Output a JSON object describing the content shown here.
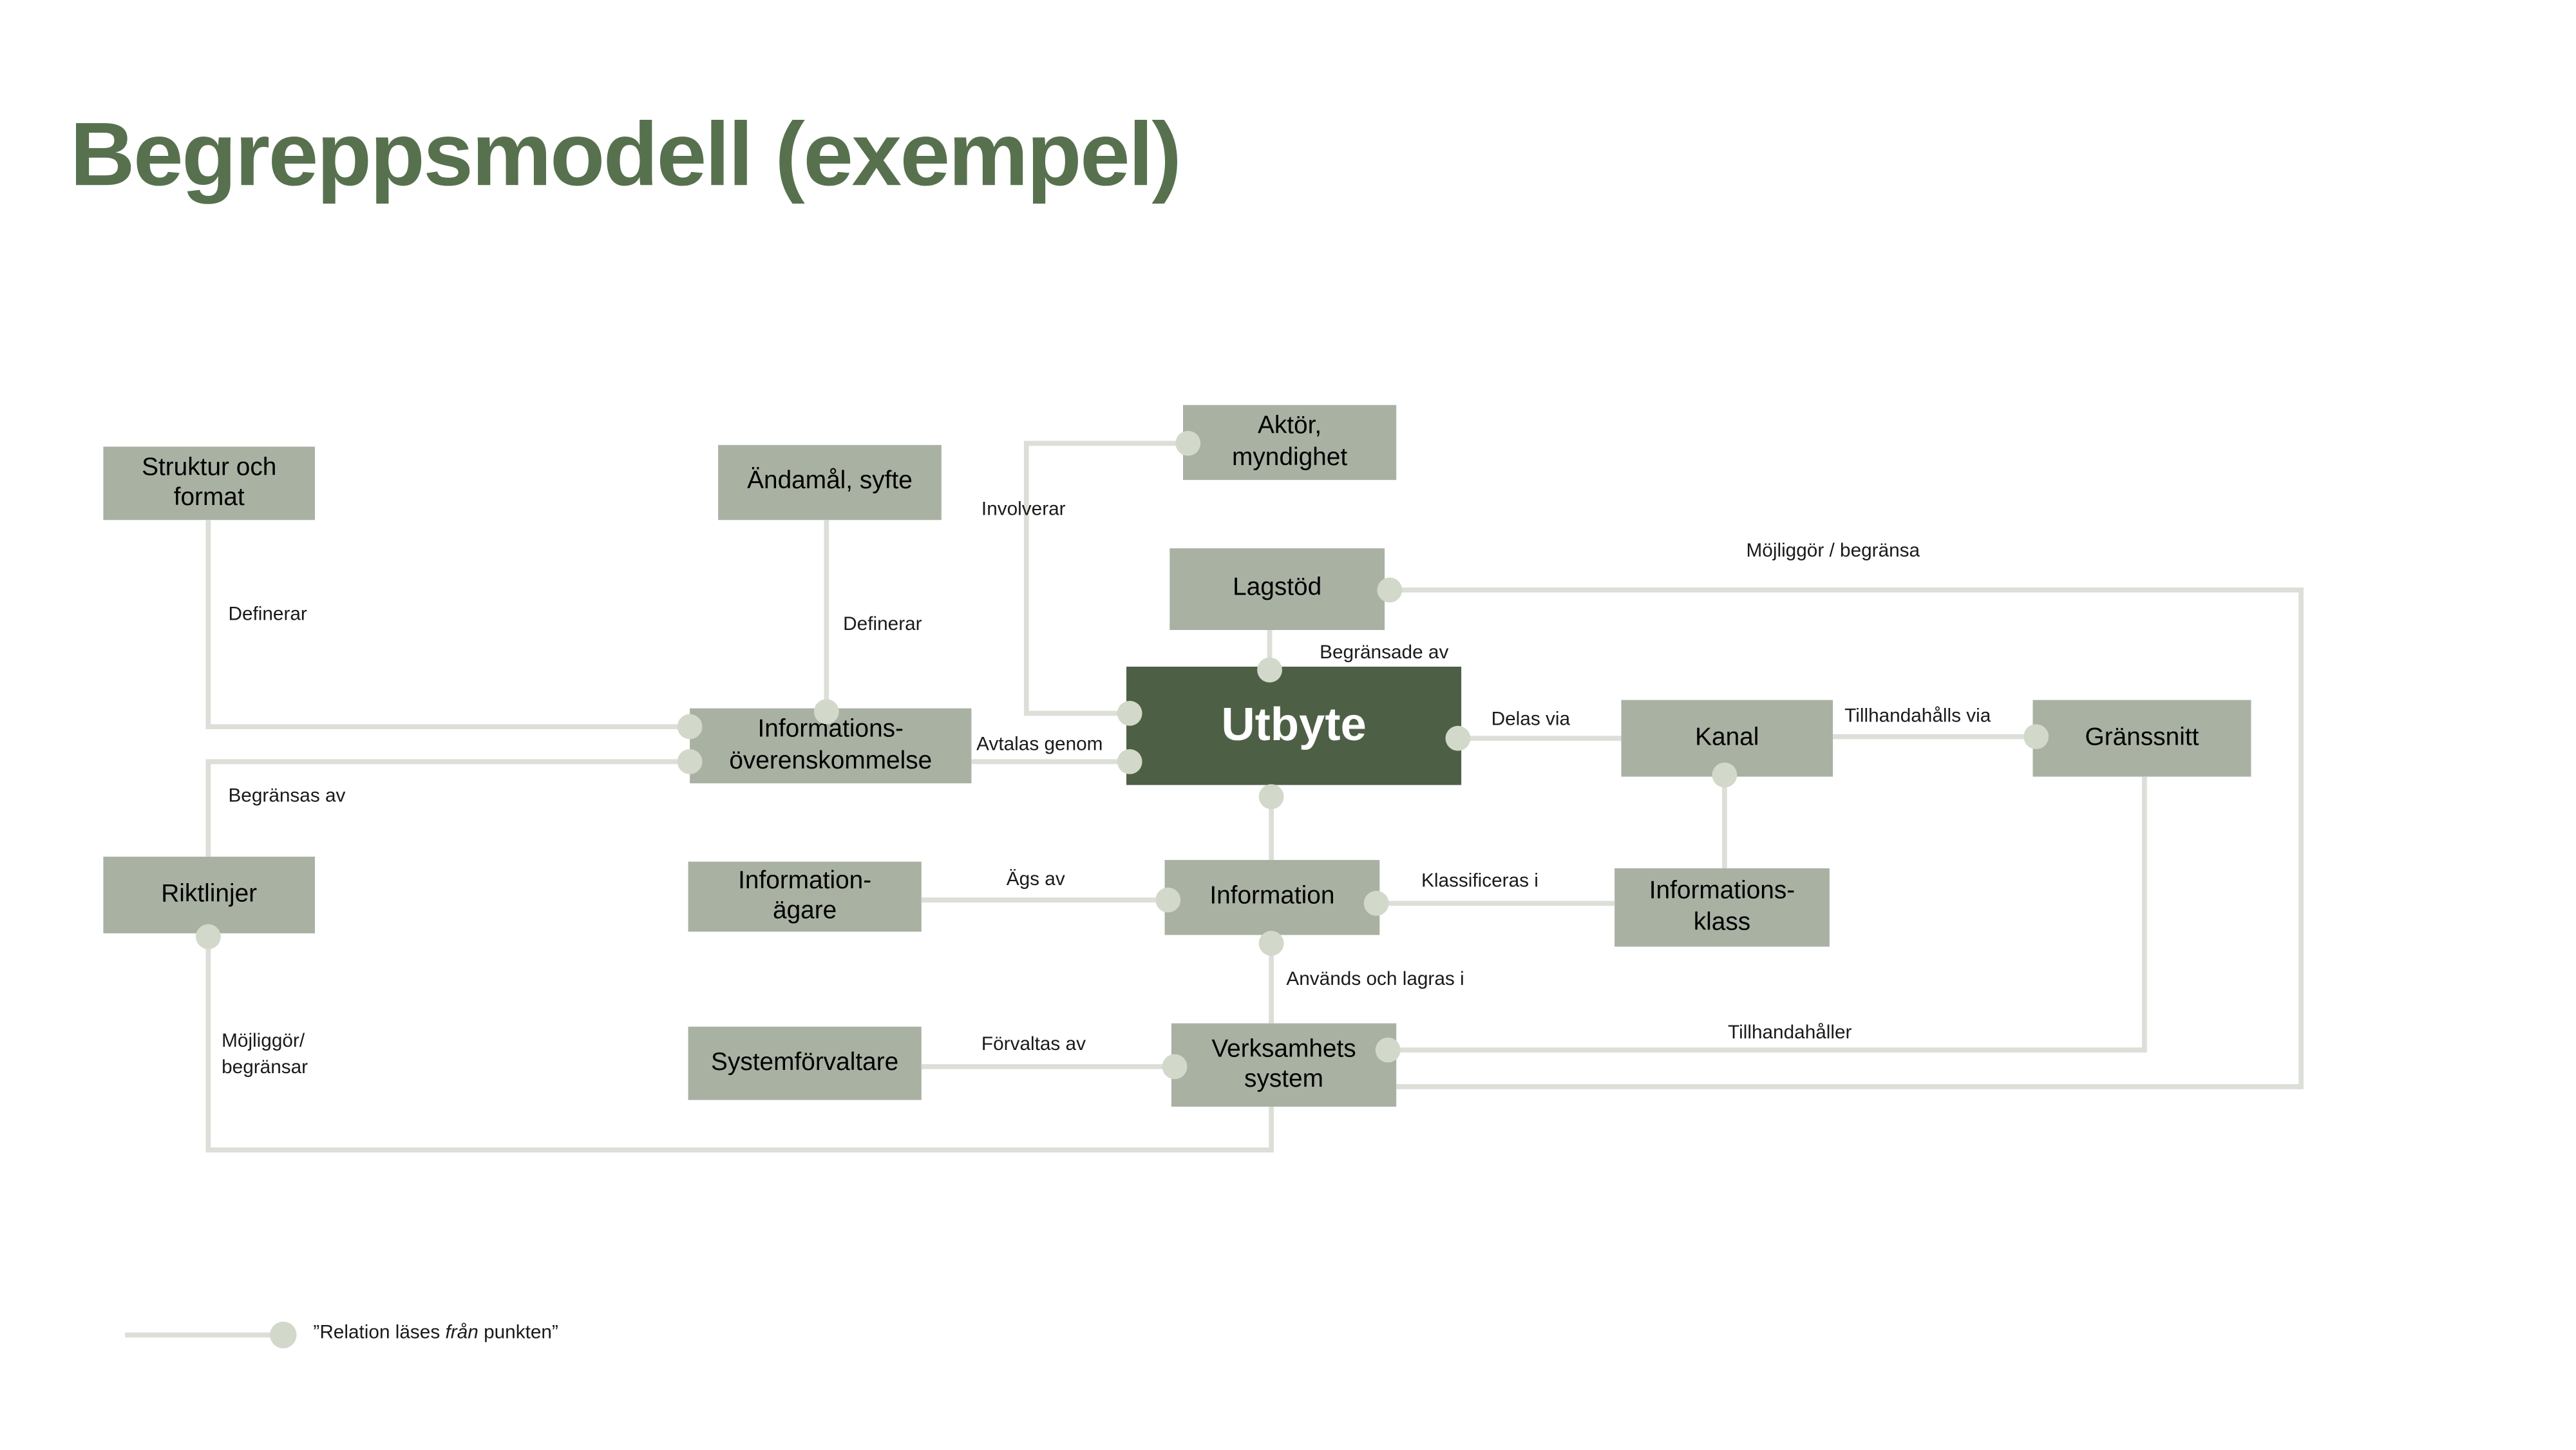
{
  "title": "Begreppsmodell (exempel)",
  "colors": {
    "accent": "#57714e",
    "box_fill": "#a9b1a3",
    "dark_box_fill": "#4d6045",
    "line": "#dcdfd8",
    "dot": "#d2d8ca"
  },
  "diagram": {
    "nodes": {
      "struktur": {
        "label": "Struktur och\nformat"
      },
      "andamal": {
        "label": "Ändamål, syfte"
      },
      "aktor": {
        "label": "Aktör,\nmyndighet"
      },
      "lagstod": {
        "label": "Lagstöd"
      },
      "utbyte": {
        "label": "Utbyte"
      },
      "informationsoverenskommelse": {
        "label": "Informations-\növerenskommelse"
      },
      "kanal": {
        "label": "Kanal"
      },
      "granssnitt": {
        "label": "Gränssnitt"
      },
      "riktlinjer": {
        "label": "Riktlinjer"
      },
      "informationagare": {
        "label": "Information-\nägare"
      },
      "information": {
        "label": "Information"
      },
      "informationsklass": {
        "label": "Informations-\nklass"
      },
      "systemforvaltare": {
        "label": "Systemförvaltare"
      },
      "verksamhetssystem": {
        "label": "Verksamhets\nsystem"
      }
    },
    "edge_labels": {
      "definerar_struktur": "Definerar",
      "definerar_andamal": "Definerar",
      "involverar": "Involverar",
      "mojliggor_begransa": "Möjliggör / begränsa",
      "begransade_av": "Begränsade av",
      "avtalas_genom": "Avtalas genom",
      "delas_via": "Delas via",
      "tillhandahalls_via": "Tillhandahålls via",
      "begransas_av": "Begränsas av",
      "ags_av": "Ägs av",
      "klassificeras_i": "Klassificeras i",
      "anvands_och_lagras_i": "Används och lagras i",
      "forvaltas_av": "Förvaltas av",
      "tillhandahaller": "Tillhandahåller",
      "mojliggor_begransar": "Möjliggör/\nbegränsar"
    },
    "legend": {
      "prefix": "”Relation läses ",
      "italic": "från",
      "suffix": " punkten”"
    }
  }
}
